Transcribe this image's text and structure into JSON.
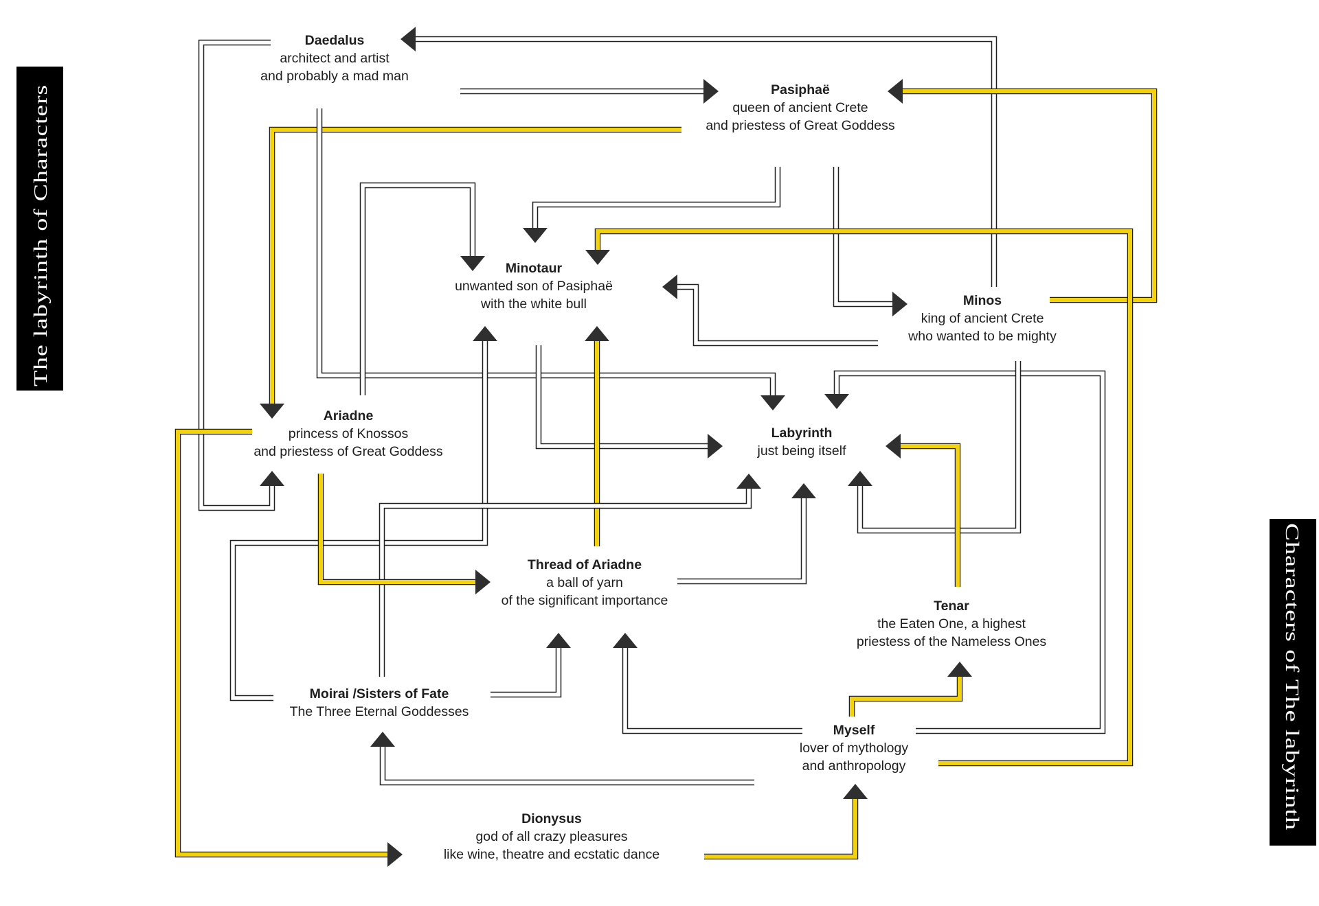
{
  "side_labels": {
    "left": "The labyrinth of Characters",
    "right": "Characters of The labyrinth"
  },
  "colors": {
    "connector_plain": "#1f1f1f",
    "connector_highlight": "#f2d10e",
    "arrowhead": "#2f2f2f",
    "label_band": "#000000"
  },
  "nodes": [
    {
      "id": "daedalus",
      "title": "Daedalus",
      "lines": [
        "architect and artist",
        "and probably a mad man"
      ]
    },
    {
      "id": "pasiphae",
      "title": "Pasiphaë",
      "lines": [
        "queen of ancient Crete",
        "and priestess of Great Goddess"
      ]
    },
    {
      "id": "minotaur",
      "title": "Minotaur",
      "lines": [
        "unwanted son of Pasiphaë",
        "with the white bull"
      ]
    },
    {
      "id": "minos",
      "title": "Minos",
      "lines": [
        "king of ancient Crete",
        "who wanted to be mighty"
      ]
    },
    {
      "id": "ariadne",
      "title": "Ariadne",
      "lines": [
        "princess of Knossos",
        "and priestess of Great Goddess"
      ]
    },
    {
      "id": "labyrinth",
      "title": "Labyrinth",
      "lines": [
        "just being itself"
      ]
    },
    {
      "id": "thread",
      "title": "Thread of Ariadne",
      "lines": [
        "a ball of yarn",
        "of the significant importance"
      ]
    },
    {
      "id": "tenar",
      "title": "Tenar",
      "lines": [
        "the Eaten One, a highest",
        "priestess of the Nameless Ones"
      ]
    },
    {
      "id": "moirai",
      "title": "Moirai /Sisters of Fate",
      "lines": [
        "The Three Eternal Goddesses"
      ]
    },
    {
      "id": "myself",
      "title": "Myself",
      "lines": [
        "lover of mythology",
        "and anthropology"
      ]
    },
    {
      "id": "dionysus",
      "title": "Dionysus",
      "lines": [
        "god of all crazy pleasures",
        "like wine, theatre and ecstatic dance"
      ]
    }
  ],
  "edges": [
    {
      "from": "minos",
      "to": "daedalus",
      "highlight": false
    },
    {
      "from": "daedalus",
      "to": "pasiphae",
      "highlight": false
    },
    {
      "from": "minos",
      "to": "pasiphae",
      "highlight": true
    },
    {
      "from": "pasiphae",
      "to": "ariadne",
      "highlight": true
    },
    {
      "from": "daedalus",
      "to": "ariadne",
      "highlight": false
    },
    {
      "from": "daedalus",
      "to": "labyrinth",
      "highlight": false
    },
    {
      "from": "ariadne",
      "to": "minotaur",
      "highlight": false
    },
    {
      "from": "pasiphae",
      "to": "minotaur",
      "highlight": false
    },
    {
      "from": "pasiphae",
      "to": "minos",
      "highlight": false
    },
    {
      "from": "myself",
      "to": "minotaur",
      "highlight": true
    },
    {
      "from": "minos",
      "to": "minotaur",
      "highlight": false
    },
    {
      "from": "myself",
      "to": "labyrinth",
      "highlight": false
    },
    {
      "from": "minotaur",
      "to": "labyrinth",
      "highlight": false
    },
    {
      "from": "moirai",
      "to": "minotaur",
      "highlight": false
    },
    {
      "from": "thread",
      "to": "minotaur",
      "highlight": true
    },
    {
      "from": "moirai",
      "to": "labyrinth",
      "highlight": false
    },
    {
      "from": "thread",
      "to": "labyrinth",
      "highlight": false
    },
    {
      "from": "minos",
      "to": "labyrinth",
      "highlight": false
    },
    {
      "from": "tenar",
      "to": "labyrinth",
      "highlight": true
    },
    {
      "from": "ariadne",
      "to": "thread",
      "highlight": true
    },
    {
      "from": "moirai",
      "to": "thread",
      "highlight": false
    },
    {
      "from": "myself",
      "to": "thread",
      "highlight": false
    },
    {
      "from": "myself",
      "to": "tenar",
      "highlight": true
    },
    {
      "from": "myself",
      "to": "moirai",
      "highlight": false
    },
    {
      "from": "ariadne",
      "to": "dionysus",
      "highlight": true
    },
    {
      "from": "dionysus",
      "to": "myself",
      "highlight": true
    }
  ]
}
